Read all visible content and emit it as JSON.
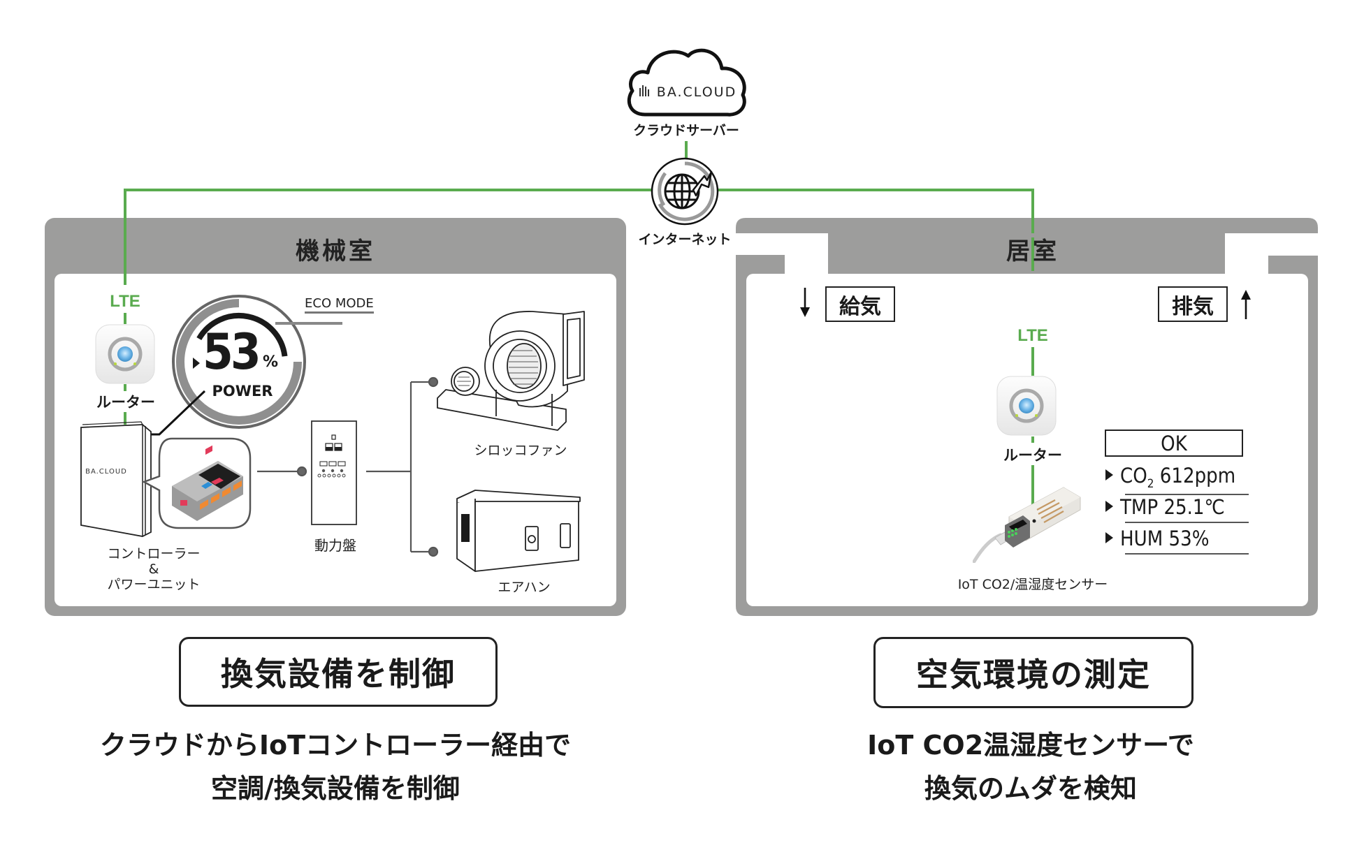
{
  "cloud": {
    "logo_text": "BA.CLOUD",
    "label": "クラウドサーバー"
  },
  "internet": {
    "label": "インターネット"
  },
  "machine_room": {
    "title": "機械室",
    "lte_label": "LTE",
    "router_label": "ルーター",
    "gauge": {
      "mode_label": "ECO MODE",
      "value_percent": 53,
      "value_text": "53",
      "unit": "%",
      "caption": "POWER"
    },
    "controller": {
      "logo_text": "BA.CLOUD",
      "label_line1": "コントローラー",
      "label_line2": "&",
      "label_line3": "パワーユニット"
    },
    "power_panel_label": "動力盤",
    "sirocco_fan_label": "シロッコファン",
    "air_handler_label": "エアハン"
  },
  "living_room": {
    "title": "居室",
    "supply_label": "給気",
    "exhaust_label": "排気",
    "lte_label": "LTE",
    "router_label": "ルーター",
    "sensor_label": "IoT CO2/温湿度センサー",
    "status": "OK",
    "readings": [
      {
        "prefix": "CO",
        "sub": "2",
        "value": " 612ppm"
      },
      {
        "prefix": "TMP 25.1℃",
        "sub": "",
        "value": ""
      },
      {
        "prefix": "HUM 53%",
        "sub": "",
        "value": ""
      }
    ]
  },
  "bottom": {
    "left_title": "換気設備を制御",
    "left_desc_line1": "クラウドからIoTコントローラー経由で",
    "left_desc_line2": "空調/換気設備を制御",
    "right_title": "空気環境の測定",
    "right_desc_line1": "IoT CO2温湿度センサーで",
    "right_desc_line2": "換気のムダを検知"
  },
  "colors": {
    "link_green": "#5aab4f",
    "room_gray": "#9d9d9c",
    "text_dark": "#1a1a1a"
  }
}
